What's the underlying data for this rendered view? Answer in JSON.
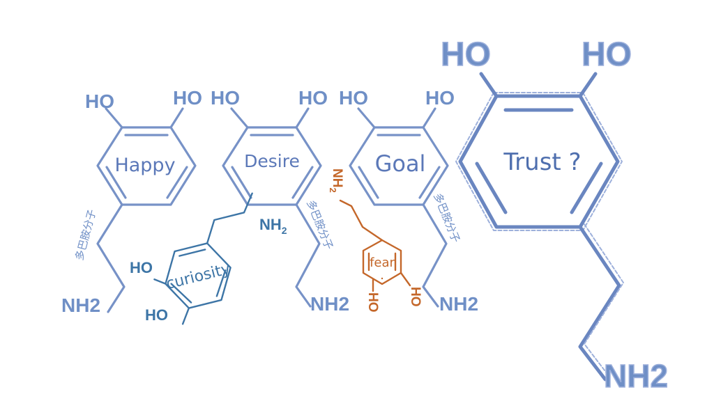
{
  "molecules": [
    {
      "center_label": "Happy",
      "ho_left": "HO",
      "ho_right": "HO",
      "amine": "NH2",
      "side_text": "多巴胺分子"
    },
    {
      "center_label": "Desire",
      "ho_left": "HO",
      "ho_right": "HO",
      "amine": "NH2",
      "side_text": "多巴胺分子"
    },
    {
      "center_label": "Goal",
      "ho_left": "HO",
      "ho_right": "HO",
      "amine": "NH2",
      "side_text": "多巴胺分子"
    },
    {
      "center_label": "Trust ?",
      "ho_left": "HO",
      "ho_right": "HO",
      "amine": "NH2"
    }
  ],
  "curiosity": {
    "label": "curiosity",
    "ho_top": "HO",
    "ho_bottom": "HO",
    "amine_main": "NH",
    "amine_sub": "2"
  },
  "fear": {
    "label": "fear",
    "amine_main": "NH",
    "amine_sub": "2",
    "ho_left": "HO",
    "ho_right": "HO"
  },
  "colors": {
    "blue": "#6f8fc6",
    "teal": "#3d75a6",
    "orange": "#c4672a"
  }
}
